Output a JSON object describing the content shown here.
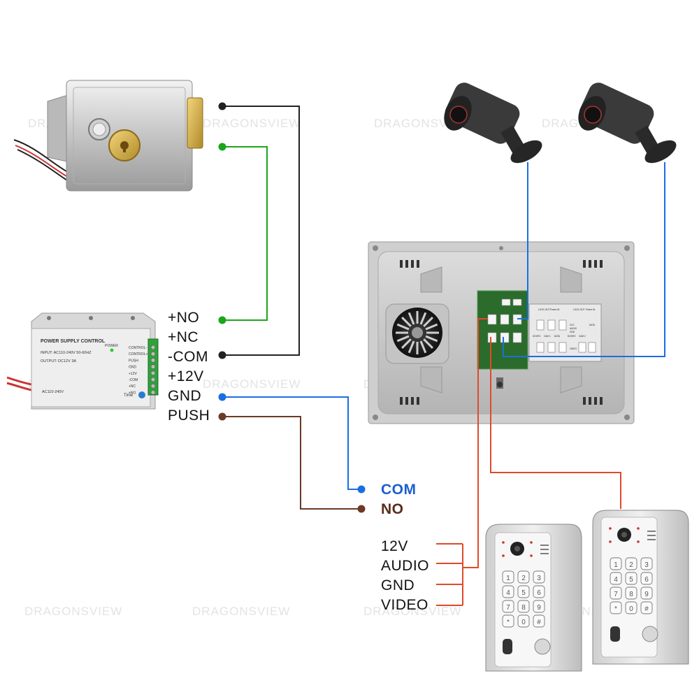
{
  "watermark": "DRAGONSVIEW",
  "psu": {
    "title": "POWER SUPPLY CONTROL",
    "input": "INPUT: AC110-240V 50-60HZ",
    "output": "OUTPUT: DC12V  3A",
    "power": "POWER",
    "ac": "AC110-240V",
    "time": "Time",
    "terminals": [
      "CONTROL-",
      "CONTROL+",
      "PUSH",
      "GND",
      "+12V",
      "-COM",
      "+NC",
      "+NO"
    ]
  },
  "psu_labels": [
    "+NO",
    "+NC",
    "-COM",
    "+12V",
    "GND",
    "PUSH"
  ],
  "exit_labels": {
    "com": "COM",
    "no": "NO"
  },
  "door_labels": [
    "12V",
    "AUDIO",
    "GND",
    "VIDEO"
  ],
  "monitor_board": {
    "row1": [
      "LOCK-OUT",
      "Power-IN",
      "LOCK-OUT",
      "Power-IN"
    ],
    "row2": [
      "DOOR1",
      "CAM 1",
      "DATA",
      "DOOR2",
      "CAM 2"
    ],
    "tags": [
      "VCC",
      "AUDIO",
      "GND",
      "VIDEO",
      "DATA"
    ]
  },
  "keypad_keys": [
    "1",
    "2",
    "3",
    "4",
    "5",
    "6",
    "7",
    "8",
    "9",
    "*",
    "0",
    "#"
  ],
  "colors": {
    "black_wire": "#222222",
    "green_wire": "#1aa61a",
    "blue_wire": "#1a6fe0",
    "brown_wire": "#6b3a24",
    "red_wire": "#e04a2a",
    "label_blue": "#1a5fd0",
    "label_brown": "#5a2e1c"
  }
}
